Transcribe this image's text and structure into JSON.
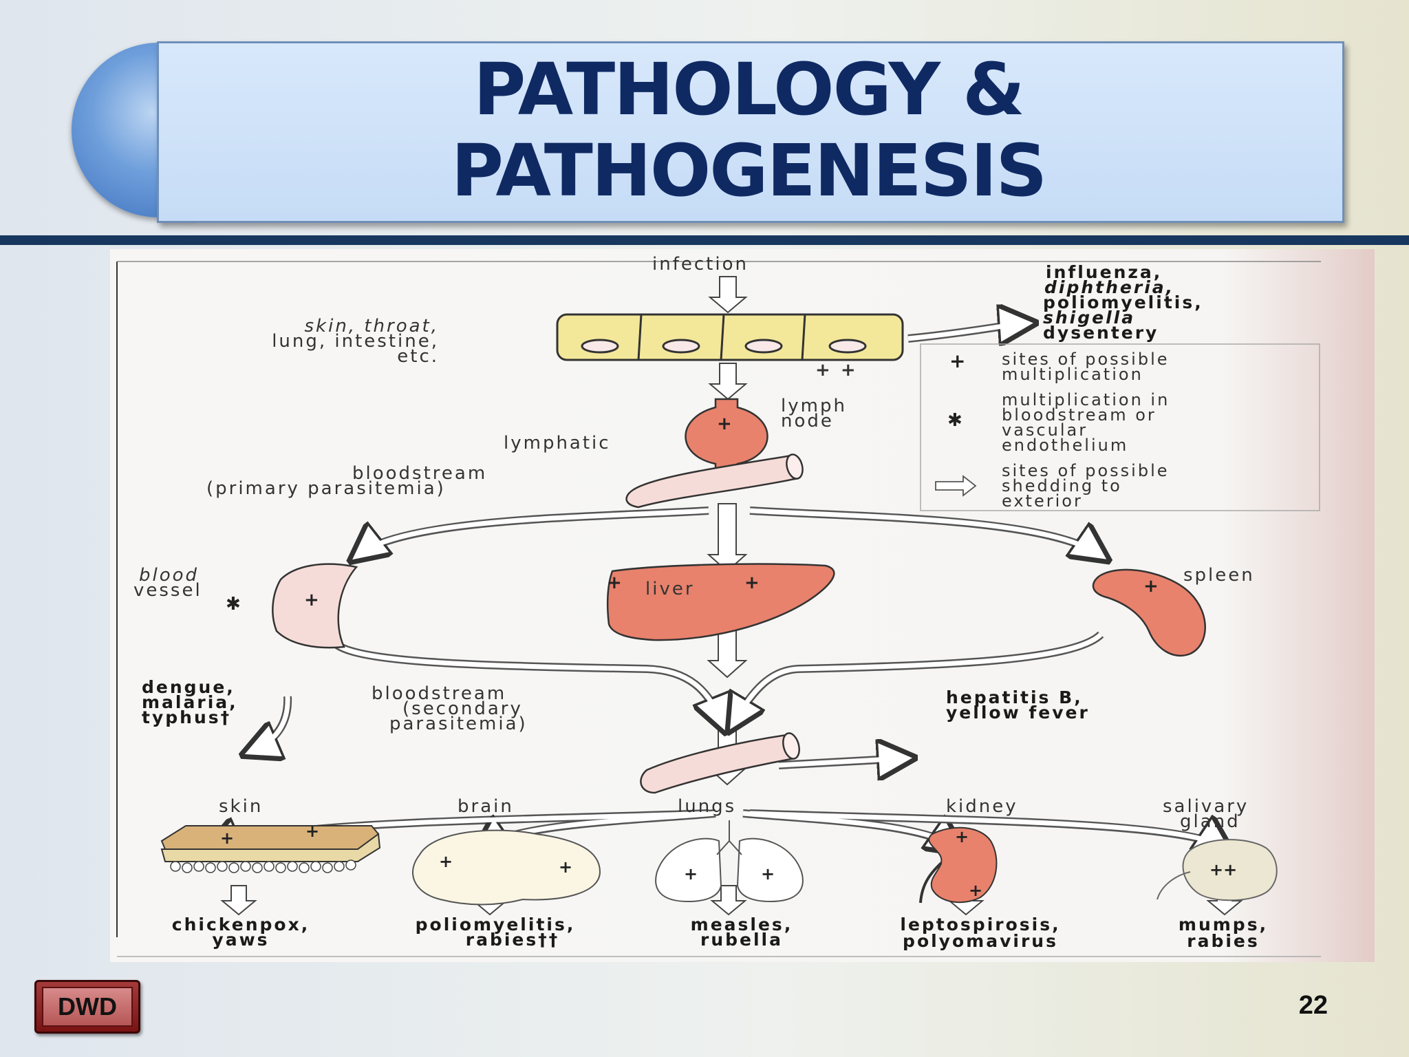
{
  "slide": {
    "title_line1": "PATHOLOGY &",
    "title_line2": "PATHOGENESIS",
    "badge": "DWD",
    "page_number": "22",
    "colors": {
      "title_text": "#0f2a63",
      "title_fill": "#c6dcf6",
      "rule": "#17375e",
      "badge": "#7a1414"
    }
  },
  "diagram": {
    "labels": {
      "infection": "infection",
      "entry_sites": [
        "skin, throat,",
        "lung, intestine,",
        "etc."
      ],
      "local_diseases": [
        "influenza,",
        "diphtheria,",
        "poliomyelitis,",
        "shigella",
        "dysentery"
      ],
      "entry_plus": "+ +",
      "lymph_node": [
        "lymph",
        "node"
      ],
      "lymphatic": "lymphatic",
      "primary_bloodstream": [
        "bloodstream",
        "(primary parasitemia)"
      ],
      "blood_vessel": [
        "blood",
        "vessel"
      ],
      "liver": "liver",
      "spleen": "spleen",
      "vascular_diseases": [
        "dengue,",
        "malaria,",
        "typhus†"
      ],
      "secondary_bloodstream": [
        "bloodstream",
        "(secondary",
        "parasitemia)"
      ],
      "hepatic_diseases": [
        "hepatitis B,",
        "yellow fever"
      ],
      "organs": [
        "skin",
        "brain",
        "lungs",
        "kidney",
        "salivary gland"
      ],
      "salivary_lines": [
        "salivary",
        "gland"
      ],
      "outcomes": [
        "chickenpox,",
        "yaws",
        "poliomyelitis,",
        "rabies††",
        "measles,",
        "rubella",
        "leptospirosis,",
        "polyomavirus",
        "mumps,",
        "rabies"
      ]
    },
    "legend": [
      {
        "symbol": "+",
        "lines": [
          "sites of possible",
          "multiplication"
        ]
      },
      {
        "symbol": "✱",
        "lines": [
          "multiplication in",
          "bloodstream or",
          "vascular",
          "endothelium"
        ]
      },
      {
        "symbol": "arrow",
        "lines": [
          "sites of possible",
          "shedding to",
          "exterior"
        ]
      }
    ],
    "colors": {
      "epithelium": "#f3e79a",
      "tissue": "#e8826c",
      "vessel": "#f6dcd8",
      "ink": "#222222"
    }
  }
}
